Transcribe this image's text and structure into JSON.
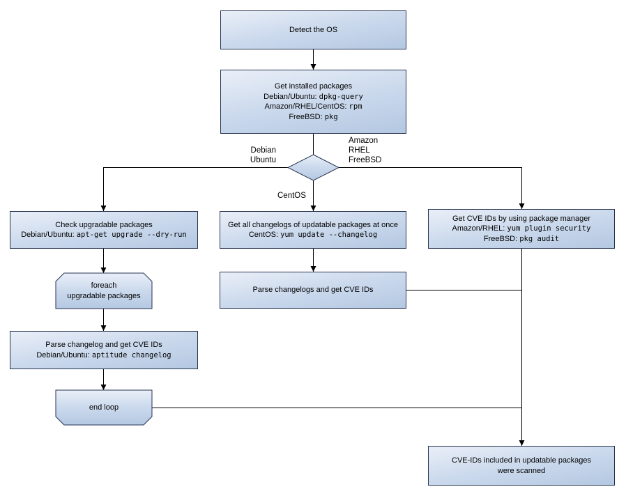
{
  "nodes": {
    "detect_os": {
      "lines": [
        {
          "text": "Detect the OS"
        }
      ]
    },
    "get_installed": {
      "lines": [
        {
          "text": "Get installed packages"
        },
        {
          "pre": "Debian/Ubuntu: ",
          "cmd": "dpkg-query"
        },
        {
          "pre": "Amazon/RHEL/CentOS: ",
          "cmd": "rpm"
        },
        {
          "pre": "FreeBSD: ",
          "cmd": "pkg"
        }
      ]
    },
    "check_upgradable": {
      "lines": [
        {
          "text": "Check upgradable packages"
        },
        {
          "pre": "Debian/Ubuntu: ",
          "cmd": "apt-get upgrade --dry-run"
        }
      ]
    },
    "get_all_changelogs": {
      "lines": [
        {
          "text": "Get all changelogs of updatable packages at once"
        },
        {
          "pre": "CentOS: ",
          "cmd": "yum update --changelog"
        }
      ]
    },
    "get_cve_ids": {
      "lines": [
        {
          "text": "Get CVE IDs by using package manager"
        },
        {
          "pre": "Amazon/RHEL: ",
          "cmd": "yum plugin security"
        },
        {
          "pre": "FreeBSD: ",
          "cmd": "pkg audit"
        }
      ]
    },
    "foreach_loop": {
      "lines": [
        {
          "text": "foreach"
        },
        {
          "text": "upgradable packages"
        }
      ]
    },
    "parse_changelog": {
      "lines": [
        {
          "text": "Parse changelog and get CVE IDs"
        },
        {
          "pre": "Debian/Ubuntu: ",
          "cmd": "aptitude changelog"
        }
      ]
    },
    "end_loop": {
      "lines": [
        {
          "text": "end loop"
        }
      ]
    },
    "parse_changelogs": {
      "lines": [
        {
          "text": "Parse changelogs and get CVE IDs"
        }
      ]
    },
    "scanned": {
      "lines": [
        {
          "text": "CVE-IDs included in updatable packages"
        },
        {
          "text": "were scanned"
        }
      ]
    }
  },
  "edge_labels": {
    "left_branch": [
      "Debian",
      "Ubuntu"
    ],
    "right_branch": [
      "Amazon",
      "RHEL",
      "FreeBSD"
    ],
    "down_branch": "CentOS"
  },
  "colors": {
    "node_fill_top": "#eaeff8",
    "node_fill_bottom": "#b4c8e2",
    "node_border": "#25334f",
    "connector": "#000000",
    "background": "#ffffff"
  }
}
